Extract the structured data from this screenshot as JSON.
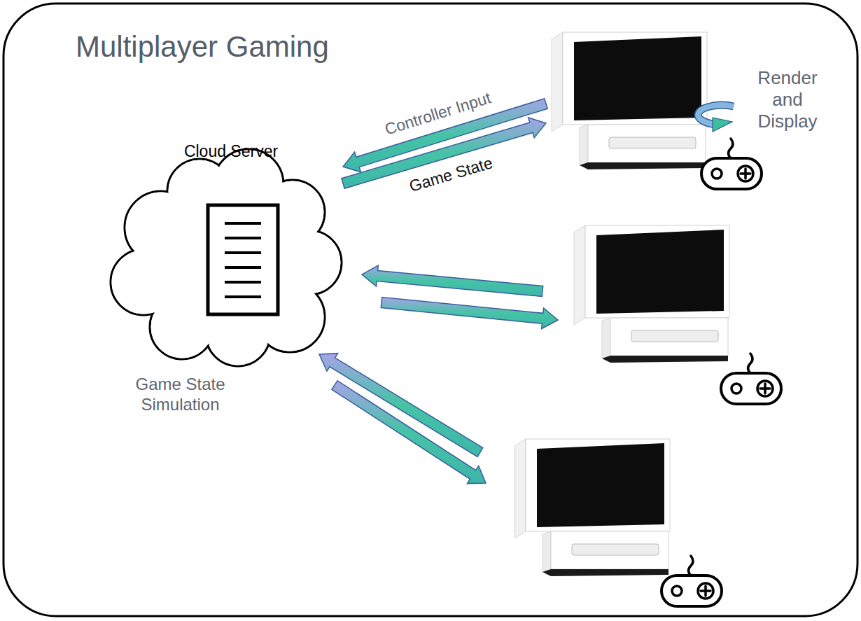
{
  "diagram": {
    "title": "Multiplayer Gaming",
    "nodes": [
      {
        "text": [
          "Cloud Server",
          "Game State Simulation"
        ]
      },
      {
        "text": [
          "Render and Display"
        ]
      }
    ],
    "edges": [
      {
        "from": 1,
        "to": 0,
        "arrow": "to",
        "label": "Controller Input"
      },
      {
        "from": 0,
        "to": 1,
        "arrow": "to",
        "label": "Game State"
      }
    ]
  }
}
